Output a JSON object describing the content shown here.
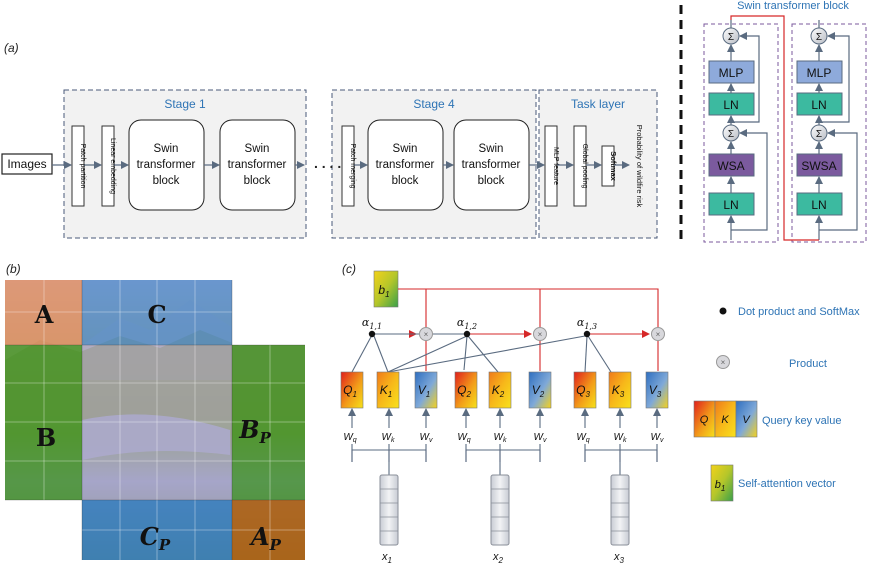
{
  "panel_labels": {
    "a": "(a)",
    "b": "(b)",
    "c": "(c)"
  },
  "pipeline": {
    "input": "Images",
    "stage1_title": "Stage 1",
    "stage4_title": "Stage 4",
    "task_title": "Task layer",
    "patch_partition": "Patch partition",
    "linear_embedding": "Linear embedding",
    "patch_merging": "Patch merging",
    "block_line1": "Swin",
    "block_line2": "transformer",
    "block_line3": "block",
    "ellipsis": ". . . .",
    "mlp_feature": "MLP feature",
    "global_pooling": "Global pooling",
    "softmax": "Softmax",
    "output": "Probability of wildfire risk"
  },
  "swin_block": {
    "title": "Swin transformer block",
    "sum_symbol": "Σ",
    "mlp": "MLP",
    "ln": "LN",
    "wsa": "WSA",
    "swsa": "SWSA"
  },
  "windows": {
    "a": "A",
    "b": "B",
    "c": "C",
    "bp": "B",
    "cp": "C",
    "ap": "A",
    "subscript_p": "P"
  },
  "attention": {
    "b1": "b",
    "b1_sub": "1",
    "alpha_symbol": "α",
    "alpha_subs": [
      "1,1",
      "1,2",
      "1,3"
    ],
    "q": "Q",
    "k": "K",
    "v": "V",
    "qkv_subs": [
      "1",
      "2",
      "3"
    ],
    "w": "W",
    "w_subs": [
      "q",
      "k",
      "v"
    ],
    "x": "x",
    "x_subs": [
      "1",
      "2",
      "3"
    ]
  },
  "legend": {
    "dot": "Dot product and SoftMax",
    "product": "Product",
    "qkv": "Query key value",
    "sa": "Self-attention vector"
  },
  "colors": {
    "accent_blue": "#2e74b5",
    "mlp_fill": "#8eaadb",
    "ln_fill": "#3cbaa0",
    "wsa_fill": "#7b5a9e",
    "red_line": "#d62728",
    "gray_line": "#5a6b80",
    "stage_fill": "#f2f2f2",
    "stage_border": "#4a5a7a"
  }
}
